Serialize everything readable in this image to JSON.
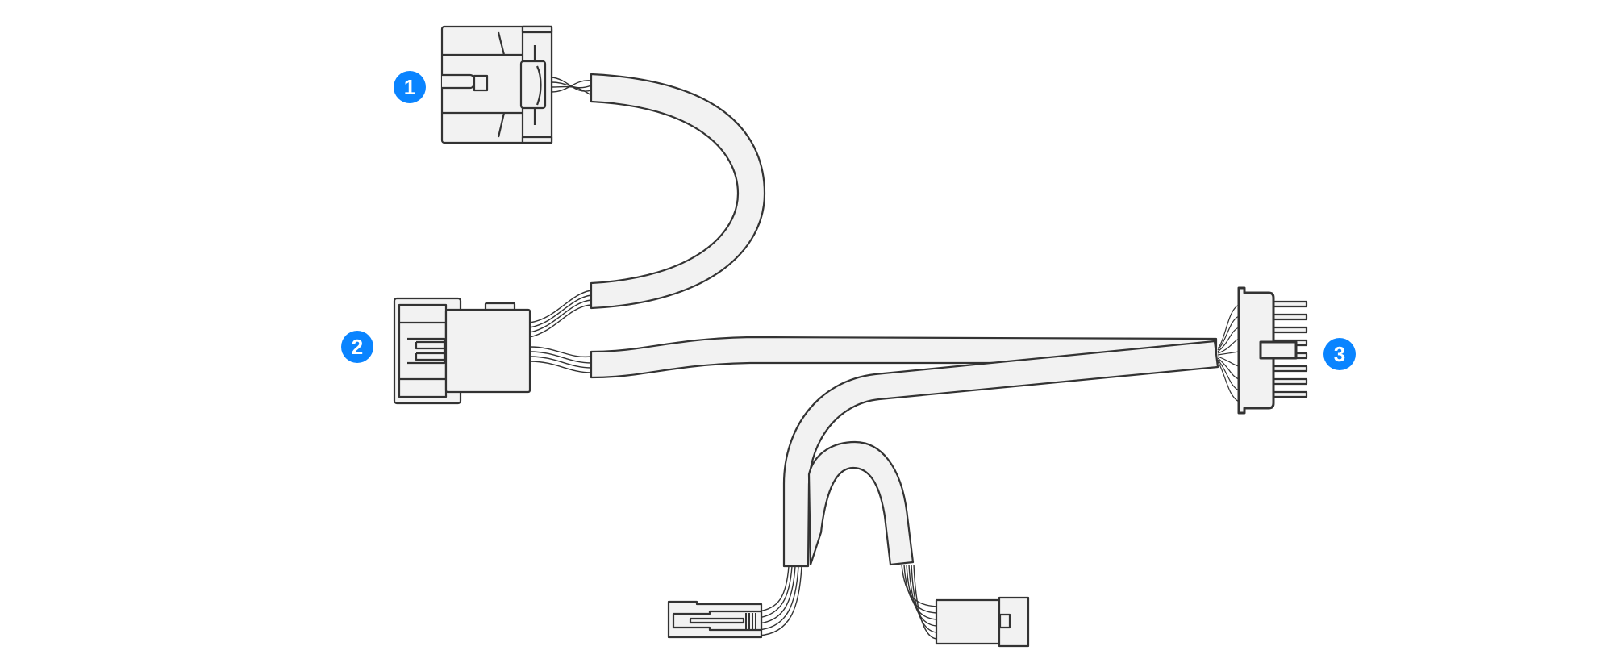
{
  "diagram": {
    "type": "wiring-harness-illustration",
    "accent_color": "#0a84ff",
    "stroke_color": "#333333",
    "fill_color": "#f2f2f2",
    "callouts": [
      {
        "label": "1",
        "target": "connector-1"
      },
      {
        "label": "2",
        "target": "connector-2"
      },
      {
        "label": "3",
        "target": "connector-3"
      }
    ],
    "connectors": [
      {
        "id": "connector-1",
        "callout": "1"
      },
      {
        "id": "connector-2",
        "callout": "2"
      },
      {
        "id": "connector-3",
        "callout": "3"
      },
      {
        "id": "connector-bottom-left"
      },
      {
        "id": "connector-bottom-right"
      }
    ]
  }
}
